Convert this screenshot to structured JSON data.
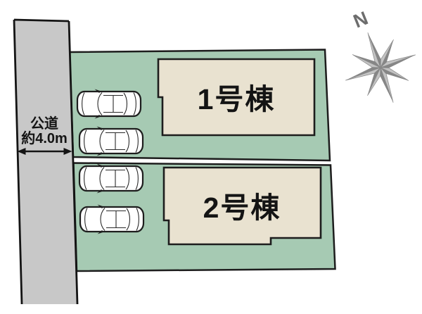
{
  "plan": {
    "title_hint": "site-plan",
    "road": {
      "label_line1": "公道",
      "label_line2": "約4.0m",
      "fill": "#c8c8c8"
    },
    "plots": {
      "fill": "#a6cab3",
      "outline": "#1d1d1d"
    },
    "buildings": [
      {
        "label": "1号棟",
        "fill": "#e9e2d0"
      },
      {
        "label": "2号棟",
        "fill": "#e9e2d0"
      }
    ],
    "cars": {
      "count": 4,
      "fill": "#ffffff"
    },
    "compass": {
      "north_label": "N",
      "dark": "#868686",
      "light": "#c3c3c3"
    }
  }
}
